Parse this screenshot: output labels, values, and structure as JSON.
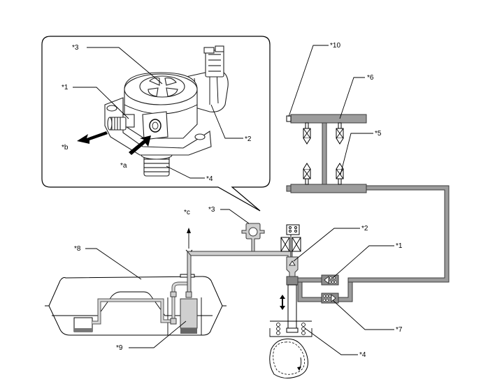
{
  "diagram": {
    "title": "High pressure fuel system diagram",
    "colors": {
      "pipe_dark": "#9c9c9c",
      "pipe_light": "#cfcfcf",
      "line": "#000000",
      "background": "#ffffff"
    },
    "callout_pump": {
      "labels": {
        "l1": "*1",
        "l2": "*2",
        "l3": "*3",
        "l4": "*4",
        "la": "*a",
        "lb": "*b"
      }
    },
    "schematic": {
      "labels": {
        "l1": "*1",
        "l2": "*2",
        "l3": "*3",
        "l4": "*4",
        "l5": "*5",
        "l6": "*6",
        "l7": "*7",
        "l8": "*8",
        "l9": "*9",
        "l10": "*10",
        "lc": "*c"
      }
    }
  }
}
